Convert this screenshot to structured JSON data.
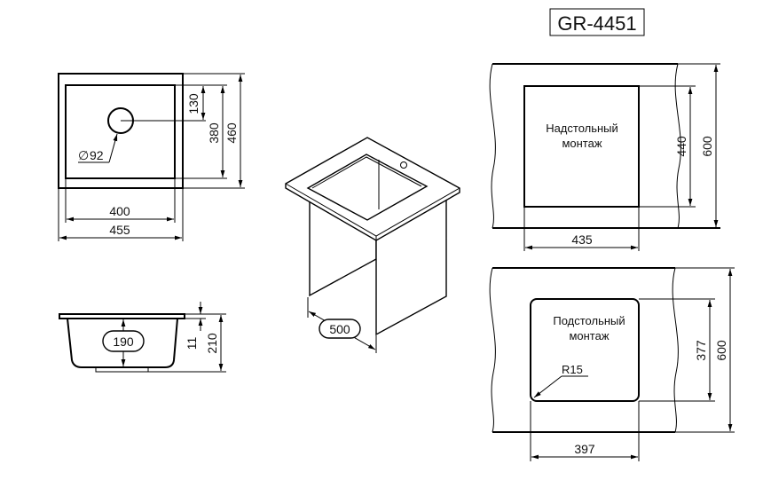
{
  "title": "GR-4451",
  "top_view": {
    "width_inner": "400",
    "width_outer": "455",
    "hole_offset": "130",
    "height_inner": "380",
    "height_outer": "460",
    "hole_diameter": "92",
    "diameter_symbol": "∅"
  },
  "side_view": {
    "bowl_depth": "190",
    "rim_thickness": "11",
    "total_height": "210"
  },
  "cabinet_view": {
    "cabinet_width": "500"
  },
  "countertop_install": {
    "label_line1": "Надстольный",
    "label_line2": "монтаж",
    "cutout_width": "435",
    "cutout_depth": "440",
    "counter_depth": "600"
  },
  "undermount_install": {
    "label_line1": "Подстольный",
    "label_line2": "монтаж",
    "corner_radius": "R15",
    "cutout_width": "397",
    "cutout_depth": "377",
    "counter_depth": "600"
  }
}
